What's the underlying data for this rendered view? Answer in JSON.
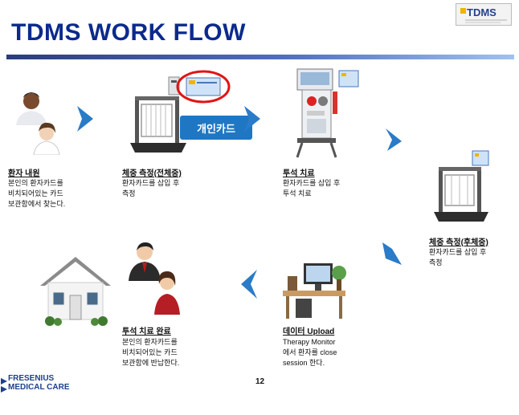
{
  "header": {
    "title": "TDMS WORK FLOW",
    "logo_text": "TDMS"
  },
  "callout": {
    "label": "개인카드"
  },
  "steps": [
    {
      "title": "환자 내원",
      "desc": "본인의 환자카드를\n비치되어있는 카드\n보관함에서 찾는다."
    },
    {
      "title": "체중 측정(전체중)",
      "desc": "환자카드를 삽입 후\n측정"
    },
    {
      "title": "투석 치료",
      "desc": "환자카드를 삽입 후\n투석 치료"
    },
    {
      "title": "체중 측정(후체중)",
      "desc": "환자카드를 삽입 후\n측정"
    },
    {
      "title": "데이터 Upload",
      "desc": "Therapy Monitor\n에서 환자를 close\nsession 한다."
    },
    {
      "title": "투석 치료 완료",
      "desc": "본인의 환자카드를\n비치되어있는 카드\n보관함에 반납한다."
    }
  ],
  "footer": {
    "page_number": "12",
    "brand_line1": "FRESENIUS",
    "brand_line2": "MEDICAL CARE"
  }
}
